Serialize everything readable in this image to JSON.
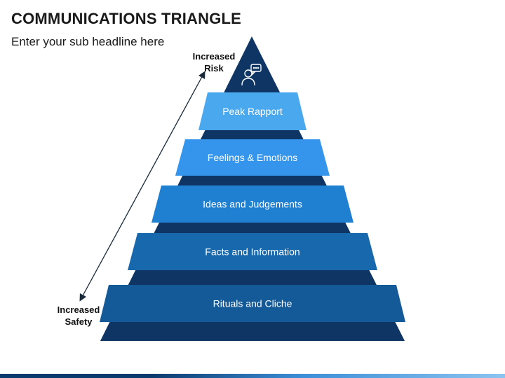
{
  "title": "COMMUNICATIONS TRIANGLE",
  "subtitle": "Enter your sub headline here",
  "axis": {
    "top_label_line1": "Increased",
    "top_label_line2": "Risk",
    "bottom_label_line1": "Increased",
    "bottom_label_line2": "Safety"
  },
  "levels": [
    {
      "label": "Peak Rapport",
      "color": "#4aa8ee"
    },
    {
      "label": "Feelings & Emotions",
      "color": "#3595ec"
    },
    {
      "label": "Ideas and Judgements",
      "color": "#1f7fd0"
    },
    {
      "label": "Facts and Information",
      "color": "#1868ae"
    },
    {
      "label": "Rituals and Cliche",
      "color": "#155a98"
    }
  ],
  "colors": {
    "pyramid_back": "#0e3563",
    "apex_icon": "#ffffff",
    "arrow": "#1a2a3a"
  },
  "apex_icon": "person-speech-bubble-icon"
}
